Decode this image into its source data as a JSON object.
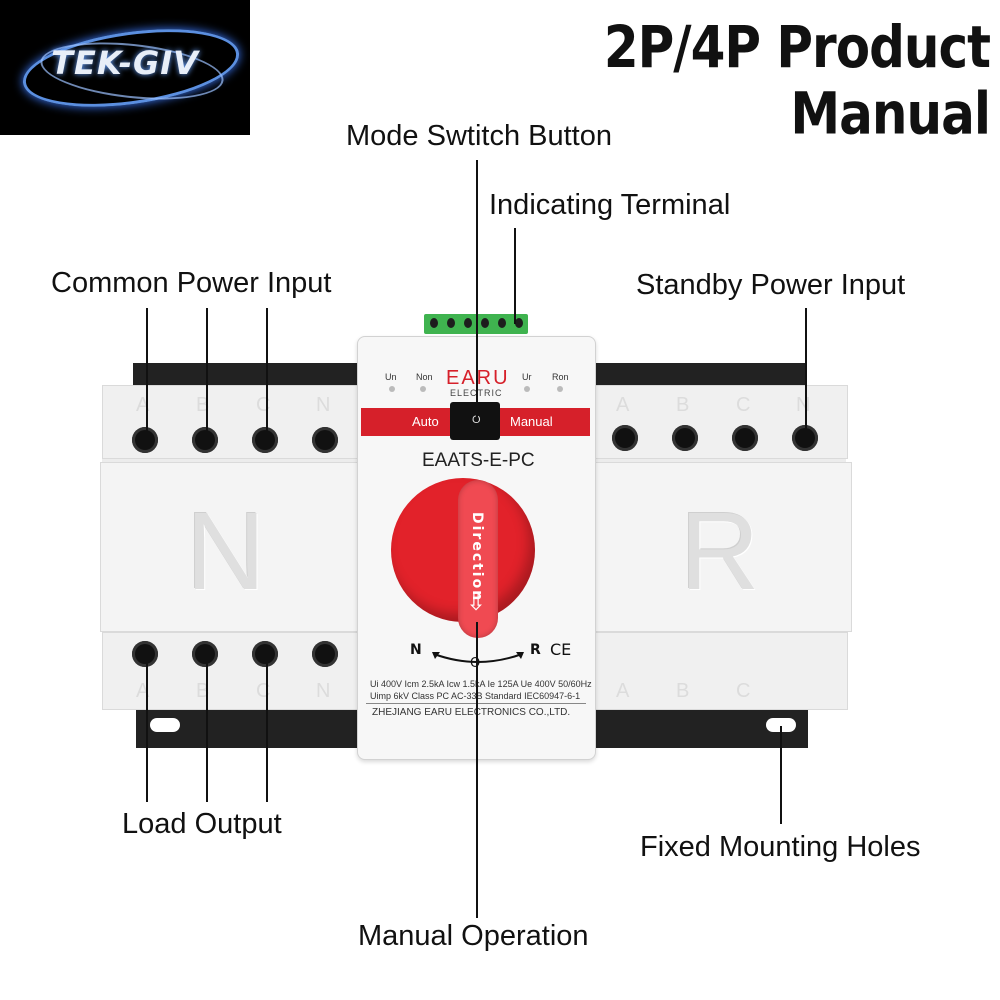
{
  "header": {
    "logo_text": "TEK-GIV",
    "title": "2P/4P Product Manual"
  },
  "callouts": {
    "mode_switch": "Mode Swtitch Button",
    "indicating_terminal": "Indicating  Terminal",
    "common_power_input": "Common Power Input",
    "standby_power_input": "Standby Power Input",
    "load_output": "Load Output",
    "fixed_mounting_holes": "Fixed Mounting Holes",
    "manual_operation": "Manual Operation"
  },
  "device": {
    "left_phase_letters": [
      "A",
      "B",
      "C",
      "N"
    ],
    "right_phase_letters": [
      "A",
      "B",
      "C",
      "N"
    ],
    "left_big_letter": "N",
    "right_big_letter": "R",
    "indicator_un": "Un",
    "indicator_non": "Non",
    "indicator_ur": "Ur",
    "indicator_ron": "Ron",
    "brand": "EARU",
    "brand_sub": "ELECTRIC",
    "mode_auto": "Auto",
    "mode_manual": "Manual",
    "switch_symbol": "O",
    "model": "EAATS-E-PC",
    "knob_text": "Direction",
    "knob_arrow": "⇩",
    "pos_n": "N",
    "pos_o": "O",
    "pos_r": "R",
    "ce_mark": "CE",
    "spec_line1": "Ui 400V  Icm 2.5kA  Icw 1.5kA  Ie  125A  Ue  400V  50/60Hz",
    "spec_line2": "Uimp 6kV   Class PC   AC-33B   Standard IEC60947-6-1",
    "manufacturer": "ZHEJIANG EARU ELECTRONICS CO.,LTD."
  },
  "colors": {
    "accent_red": "#d6202a",
    "terminal_green": "#3fb34f",
    "logo_blue": "#5b8fe0"
  }
}
